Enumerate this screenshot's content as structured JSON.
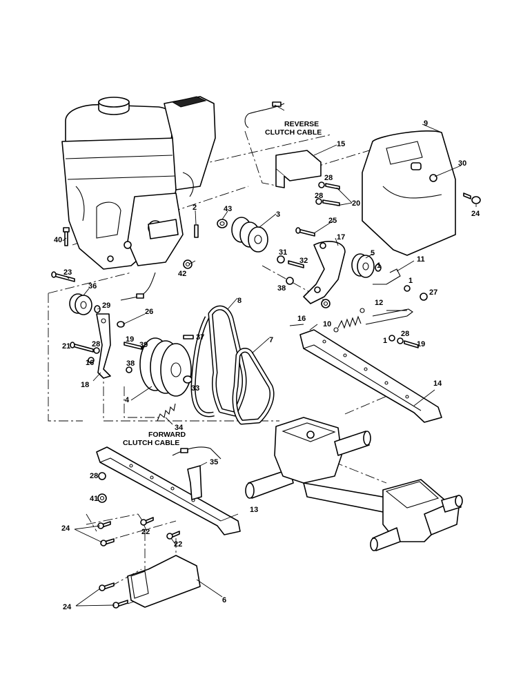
{
  "captions": {
    "reverse_cable_line1": "REVERSE",
    "reverse_cable_line2": "CLUTCH CABLE",
    "forward_cable_line1": "FORWARD",
    "forward_cable_line2": "CLUTCH CABLE"
  },
  "callouts": {
    "c1a": "1",
    "c1b": "1",
    "c1c": "1",
    "c2": "2",
    "c3": "3",
    "c4": "4",
    "c5": "5",
    "c6": "6",
    "c7": "7",
    "c8": "8",
    "c9": "9",
    "c10": "10",
    "c11": "11",
    "c12": "12",
    "c13": "13",
    "c14": "14",
    "c15": "15",
    "c16a": "16",
    "c16b": "16",
    "c17": "17",
    "c18": "18",
    "c19a": "19",
    "c19b": "19",
    "c20": "20",
    "c21": "21",
    "c22a": "22",
    "c22b": "22",
    "c23": "23",
    "c24a": "24",
    "c24b": "24",
    "c24c": "24",
    "c25": "25",
    "c26": "26",
    "c27": "27",
    "c28a": "28",
    "c28b": "28",
    "c28c": "28",
    "c28d": "28",
    "c28e": "28",
    "c29": "29",
    "c30": "30",
    "c31": "31",
    "c32": "32",
    "c33": "33",
    "c34": "34",
    "c35": "35",
    "c36": "36",
    "c37": "37",
    "c38a": "38",
    "c38b": "38",
    "c39": "39",
    "c40": "40",
    "c41": "41",
    "c42": "42",
    "c43": "43"
  }
}
